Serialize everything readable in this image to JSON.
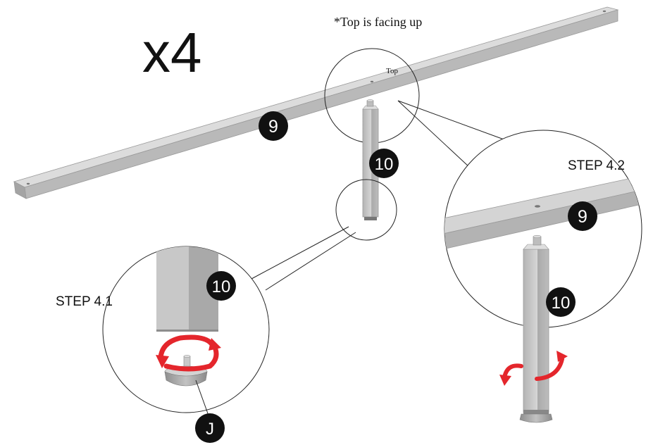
{
  "multiplier": "x4",
  "note": "*Top is facing up",
  "top_label": "Top",
  "steps": {
    "step_4_1": "STEP 4.1",
    "step_4_2": "STEP 4.2"
  },
  "parts": {
    "rail": "9",
    "leg": "10",
    "foot": "J"
  },
  "colors": {
    "part_fill": "#cfcfcf",
    "part_shade": "#a9a9a9",
    "part_dark": "#8d8d8d",
    "badge": "#111111",
    "arrow": "#e4262c",
    "line": "#222222"
  }
}
